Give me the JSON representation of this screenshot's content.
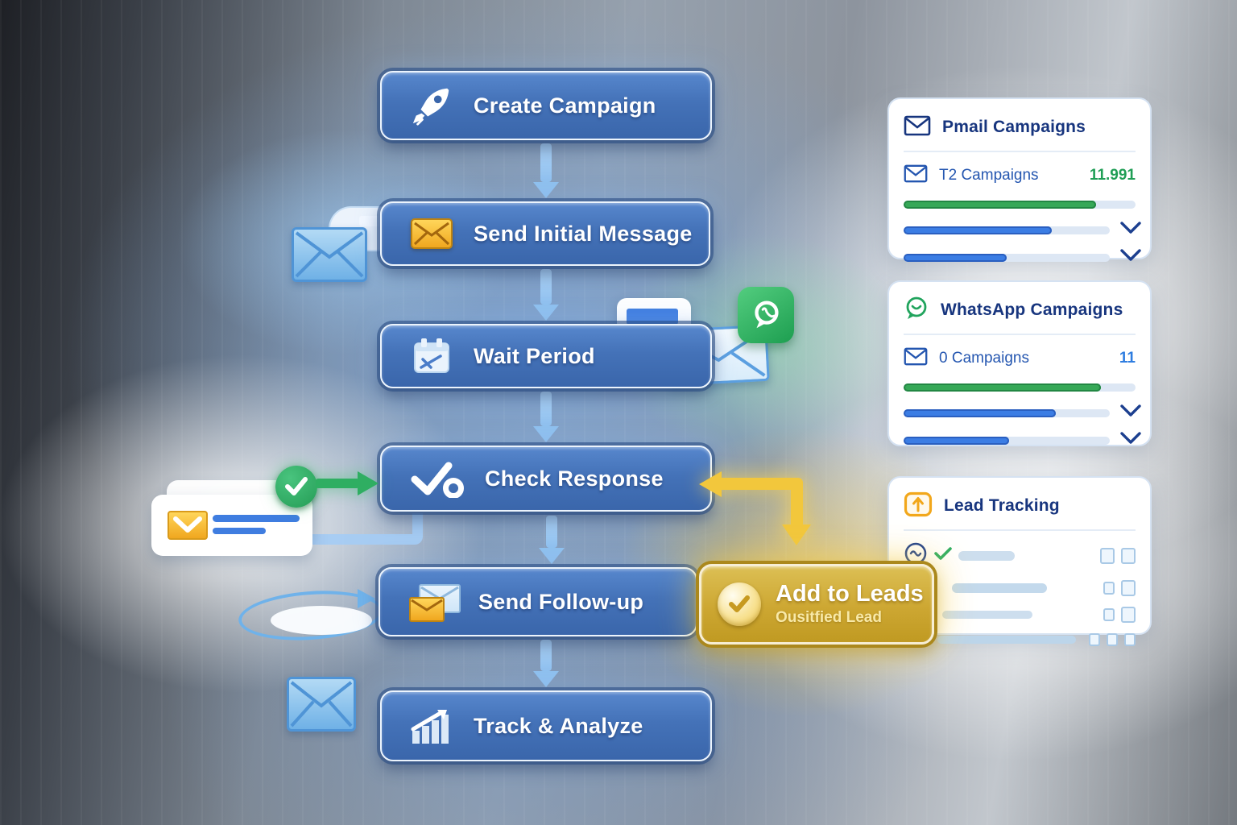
{
  "flow": {
    "nodes": [
      {
        "label": "Create Campaign",
        "icon": "rocket-icon"
      },
      {
        "label": "Send Initial Message",
        "icon": "yellow-envelope-icon"
      },
      {
        "label": "Wait Period",
        "icon": "calendar-icon"
      },
      {
        "label": "Check Response",
        "icon": "check-circle-icon"
      },
      {
        "label": "Send Follow-up",
        "icon": "followup-envelope-icon"
      },
      {
        "label": "Track & Analyze",
        "icon": "bar-chart-icon"
      }
    ],
    "branch": {
      "title": "Add to Leads",
      "subtitle": "Ousitfied Lead",
      "icon": "gold-check-badge-icon"
    }
  },
  "panels": {
    "email": {
      "title": "Pmail Campaigns",
      "title_icon": "envelope-outline-icon",
      "row_label": "T2 Campaigns",
      "row_value": "11.991",
      "bars": {
        "green_pct": 83,
        "blue1_pct": 72,
        "blue2_pct": 50
      }
    },
    "whatsapp": {
      "title": "WhatsApp Campaigns",
      "title_icon": "whatsapp-bubble-icon",
      "row_label": "0 Campaigns",
      "row_value": "11",
      "bars": {
        "green_pct": 85,
        "blue1_pct": 74,
        "blue2_pct": 51
      }
    },
    "leads": {
      "title": "Lead Tracking",
      "title_icon": "lead-box-up-arrow-icon"
    }
  },
  "colors": {
    "node_blue": "#3f6cb1",
    "node_border": "#ecf4fd",
    "connector_blue": "#8fc0ef",
    "branch_gold": "#c9a22b",
    "branch_arrow_yellow": "#f2c73c",
    "success_green": "#2fae62",
    "progress_green": "#36a857",
    "progress_blue": "#3b7de4",
    "navy_text": "#17357e",
    "blue_text": "#2456b0",
    "green_value": "#1f9e55",
    "blue_value": "#2e7de0",
    "whatsapp_green": "#23ab5e"
  }
}
